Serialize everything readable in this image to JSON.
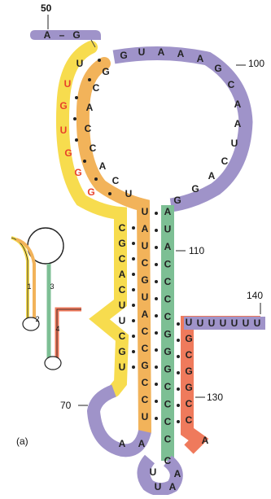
{
  "figure": {
    "panel_label": "(a)",
    "position_labels": [
      "50",
      "70",
      "100",
      "110",
      "130",
      "140"
    ],
    "mini_labels": [
      "1",
      "2",
      "3",
      "4"
    ]
  },
  "colors": {
    "region1": "#f7dc4e",
    "region2": "#f2b35a",
    "region3": "#7dbf94",
    "region4": "#ef7a5c",
    "loops": "#9f93c9",
    "base_text": "#222222",
    "highlight_text": "#e8412a"
  },
  "rna": {
    "leader_5prime": [
      "A",
      "G"
    ],
    "strand1_outer": [
      "U",
      "U",
      "G",
      "U",
      "G",
      "G",
      "G"
    ],
    "strand2_inner": [
      "G",
      "C",
      "A",
      "C",
      "C",
      "A",
      "C",
      "U"
    ],
    "top_loop": [
      "G",
      "U",
      "A",
      "A",
      "A",
      "G",
      "C",
      "A",
      "A",
      "U",
      "C",
      "A",
      "G",
      "G"
    ],
    "region1_stem": [
      "C",
      "G",
      "C",
      "A",
      "C",
      "U",
      "U",
      "C",
      "G",
      "U"
    ],
    "region2_stem": [
      "U",
      "A",
      "U",
      "C",
      "G",
      "U",
      "A",
      "C",
      "C",
      "G",
      "C",
      "C",
      "U"
    ],
    "region3_stem": [
      "A",
      "U",
      "A",
      "C",
      "C",
      "C",
      "C",
      "G",
      "G",
      "G",
      "C",
      "C",
      "C",
      "C"
    ],
    "region4_stem": [
      "U",
      "G",
      "C",
      "G",
      "G",
      "C",
      "C",
      "A"
    ],
    "tail_3prime": [
      "U",
      "U",
      "U",
      "U",
      "U",
      "U"
    ],
    "loop_70": [
      "A",
      "A"
    ],
    "bottom_loop": [
      "U",
      "U",
      "A",
      "A",
      "C"
    ],
    "highlighted_bases": [
      "U",
      "G",
      "G",
      "G",
      "G"
    ]
  }
}
